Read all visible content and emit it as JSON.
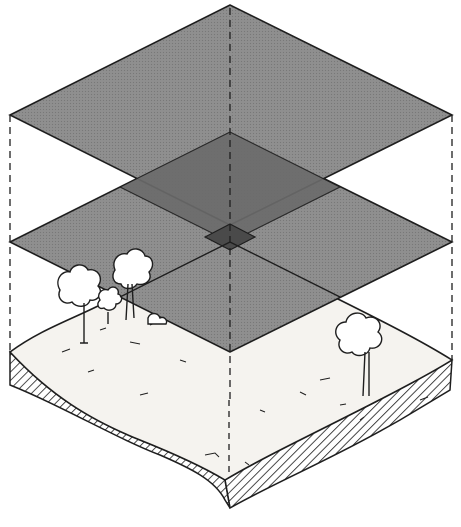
{
  "figure": {
    "kind": "isometric layered landscape illustration",
    "layers": [
      {
        "name": "upper-plane"
      },
      {
        "name": "lower-plane"
      }
    ],
    "ground": {
      "name": "terrain-block",
      "features": [
        "tree",
        "tree",
        "tree",
        "tree",
        "shrub"
      ]
    },
    "colors": {
      "plane_fill": "#8f8f8f",
      "plane_overlap": "#6b6b6b",
      "plane_core": "#4a4a4a",
      "ink": "#1e1e1e",
      "ground": "#f5f3ef",
      "background": "#ffffff"
    }
  }
}
